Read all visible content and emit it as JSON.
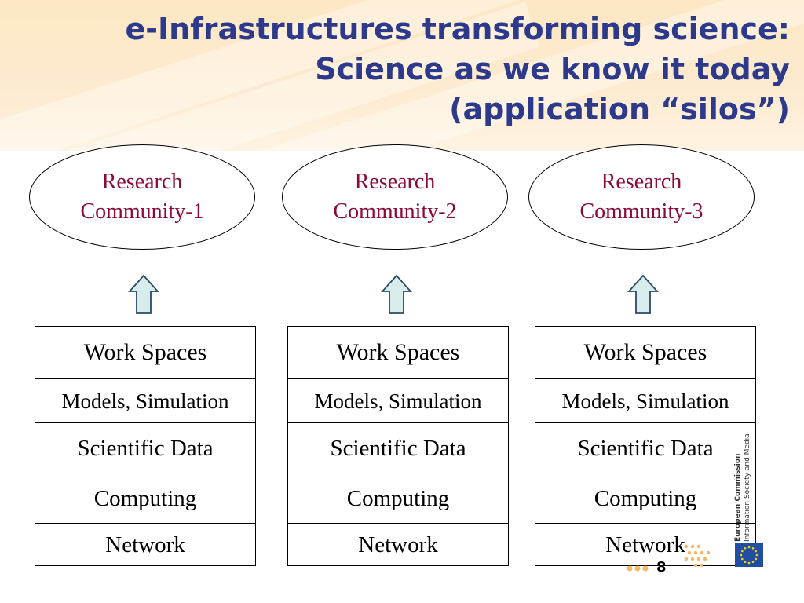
{
  "title": {
    "line1": "e-Infrastructures transforming science:",
    "line2": "Science as we know it today",
    "line3": "(application “silos”)"
  },
  "communities": [
    {
      "line1": "Research",
      "line2": "Community-1"
    },
    {
      "line1": "Research",
      "line2": "Community-2"
    },
    {
      "line1": "Research",
      "line2": "Community-3"
    }
  ],
  "stacks": [
    {
      "work": "Work Spaces",
      "models": "Models, Simulation",
      "data": "Scientific Data",
      "computing": "Computing",
      "network": "Network"
    },
    {
      "work": "Work Spaces",
      "models": "Models, Simulation",
      "data": "Scientific Data",
      "computing": "Computing",
      "network": "Network"
    },
    {
      "work": "Work Spaces",
      "models": "Models, Simulation",
      "data": "Scientific Data",
      "computing": "Computing",
      "network": "Network"
    }
  ],
  "footer": {
    "page_number": "8",
    "ec_line1": "European Commission",
    "ec_line2": "Information Society and Media"
  },
  "colors": {
    "title": "#2d3a8c",
    "community_text": "#8b0a3a",
    "arrow_fill": "#d8ecec",
    "header_band": "#fde7c4",
    "dots": "#f4b860"
  }
}
